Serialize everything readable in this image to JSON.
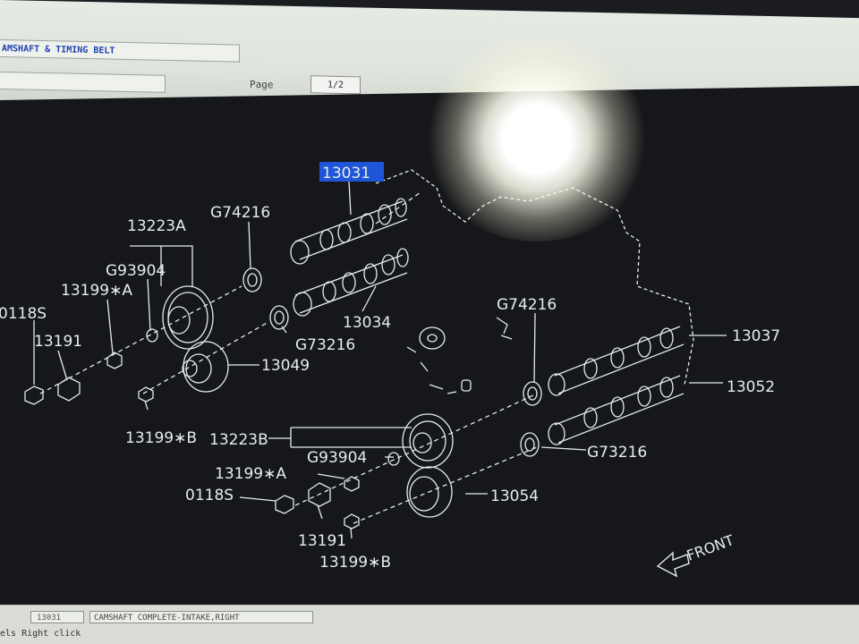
{
  "header": {
    "title": "AMSHAFT & TIMING BELT",
    "page_label": "Page",
    "page_value": "1/2"
  },
  "diagram": {
    "selected_part": "13031",
    "labels": {
      "p13031": "13031",
      "p13223A": "13223A",
      "pG74216a": "G74216",
      "pG93904a": "G93904",
      "p13199Aa": "13199∗A",
      "p0118Sa": "0118S",
      "p13191a": "13191",
      "p13034": "13034",
      "pG73216a": "G73216",
      "p13049": "13049",
      "p13199Ba": "13199∗B",
      "pG74216b": "G74216",
      "p13037": "13037",
      "p13052": "13052",
      "p13223B": "13223B",
      "pG93904b": "G93904",
      "pG73216b": "G73216",
      "p13199Ab": "13199∗A",
      "p0118Sb": "0118S",
      "p13054": "13054",
      "p13191b": "13191",
      "p13199Bb": "13199∗B",
      "front": "FRONT"
    },
    "line_color": "#e8ecea",
    "highlight_color": "#1f55d8"
  },
  "status": {
    "part_code": "13031",
    "part_desc": "CAMSHAFT COMPLETE-INTAKE,RIGHT",
    "help": "els Right click"
  }
}
